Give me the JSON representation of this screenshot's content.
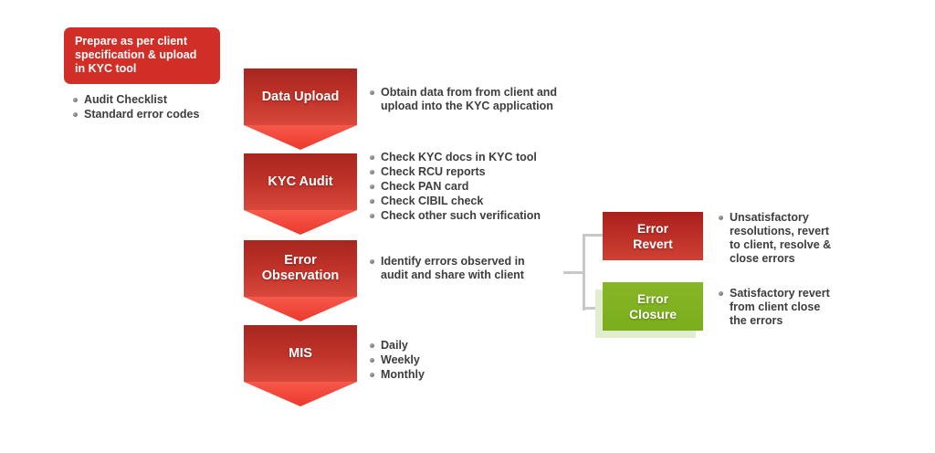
{
  "colors": {
    "intro_box_red": "#d02e27",
    "flow_box_red_top": "#a7261f",
    "flow_box_red_bottom": "#d8483b",
    "flow_arrow_red": "#f2493b",
    "branch_revert_red": "#c0352a",
    "branch_closure_green": "#80b21e",
    "closure_shadow_green": "#e0eecd",
    "connector_gray": "#c8c8c8",
    "bullet_text_gray": "#3d3d3d"
  },
  "intro": {
    "title": "Prepare as per client specification & upload in KYC tool",
    "bullets": [
      "Audit Checklist",
      "Standard error codes"
    ]
  },
  "flow": [
    {
      "label": "Data Upload",
      "bullets": [
        "Obtain data from from client and upload into the KYC application"
      ]
    },
    {
      "label": "KYC Audit",
      "bullets": [
        "Check KYC docs in KYC tool",
        "Check RCU reports",
        "Check PAN card",
        "Check CIBIL check",
        "Check other such verification"
      ]
    },
    {
      "label": "Error Observation",
      "bullets": [
        "Identify errors observed in audit and share with client"
      ]
    },
    {
      "label": "MIS",
      "bullets": [
        "Daily",
        "Weekly",
        "Monthly"
      ]
    }
  ],
  "branches": [
    {
      "label": "Error Revert",
      "bullets": [
        "Unsatisfactory resolutions, revert to client, resolve & close errors"
      ]
    },
    {
      "label": "Error Closure",
      "bullets": [
        "Satisfactory revert from client close the errors"
      ]
    }
  ]
}
